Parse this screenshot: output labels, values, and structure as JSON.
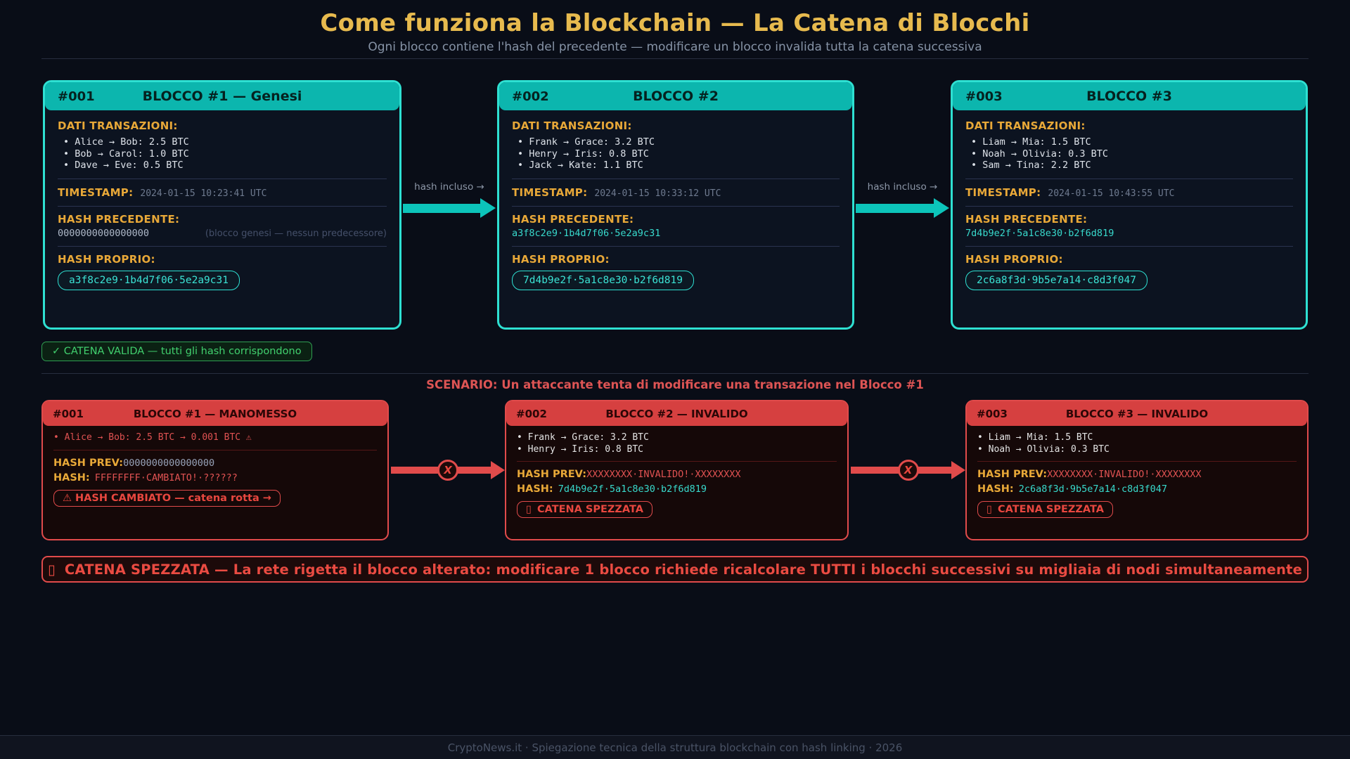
{
  "page": {
    "title": "Come funziona la Blockchain — La Catena di Blocchi",
    "subtitle": "Ogni blocco contiene l'hash del precedente — modificare un blocco invalida tutta la catena successiva",
    "footer": "CryptoNews.it  ·  Spiegazione tecnica della struttura blockchain con hash linking  ·  2026"
  },
  "labels": {
    "transactions": "DATI TRANSAZIONI:",
    "timestamp": "TIMESTAMP:",
    "hash_previous": "HASH PRECEDENTE:",
    "hash_own": "HASH PROPRIO:",
    "hash_prev_short": "HASH PREV:",
    "hash_short": "HASH:",
    "hash_included": "hash incluso →",
    "broken_x": "X",
    "missing_glyph": "▯"
  },
  "valid_chain": {
    "status_badge": "✓  CATENA VALIDA — tutti gli hash corrispondono",
    "blocks": [
      {
        "id": "#001",
        "title": "BLOCCO #1 — Genesi",
        "transactions": [
          "• Alice → Bob: 2.5 BTC",
          "• Bob → Carol: 1.0 BTC",
          "• Dave → Eve: 0.5 BTC"
        ],
        "timestamp": "2024-01-15  10:23:41 UTC",
        "prev_hash": "0000000000000000",
        "prev_note": "(blocco genesi — nessun predecessore)",
        "own_hash": "a3f8c2e9·1b4d7f06·5e2a9c31"
      },
      {
        "id": "#002",
        "title": "BLOCCO #2",
        "transactions": [
          "• Frank → Grace: 3.2 BTC",
          "• Henry → Iris: 0.8 BTC",
          "• Jack → Kate: 1.1 BTC"
        ],
        "timestamp": "2024-01-15  10:33:12 UTC",
        "prev_hash": "a3f8c2e9·1b4d7f06·5e2a9c31",
        "prev_note": "",
        "own_hash": "7d4b9e2f·5a1c8e30·b2f6d819"
      },
      {
        "id": "#003",
        "title": "BLOCCO #3",
        "transactions": [
          "• Liam → Mia: 1.5 BTC",
          "• Noah → Olivia: 0.3 BTC",
          "• Sam → Tina: 2.2 BTC"
        ],
        "timestamp": "2024-01-15  10:43:55 UTC",
        "prev_hash": "7d4b9e2f·5a1c8e30·b2f6d819",
        "prev_note": "",
        "own_hash": "2c6a8f3d·9b5e7a14·c8d3f047"
      }
    ]
  },
  "scenario": {
    "title": "SCENARIO: Un attaccante tenta di modificare una transazione nel Blocco #1",
    "blocks": [
      {
        "id": "#001",
        "title": "BLOCCO #1 — MANOMESSO",
        "transactions": [
          "• Alice → Bob: 2.5 BTC → 0.001 BTC ⚠"
        ],
        "prev_hash": "0000000000000000",
        "own_hash": "FFFFFFFF·CAMBIATO!·??????",
        "badge": "⚠ HASH CAMBIATO — catena rotta →"
      },
      {
        "id": "#002",
        "title": "BLOCCO #2 — INVALIDO",
        "transactions": [
          "• Frank → Grace: 3.2 BTC",
          "• Henry → Iris: 0.8 BTC"
        ],
        "prev_hash": "XXXXXXXX·INVALIDO!·XXXXXXXX",
        "own_hash": "7d4b9e2f·5a1c8e30·b2f6d819",
        "badge": "CATENA SPEZZATA"
      },
      {
        "id": "#003",
        "title": "BLOCCO #3 — INVALIDO",
        "transactions": [
          "• Liam → Mia: 1.5 BTC",
          "• Noah → Olivia: 0.3 BTC"
        ],
        "prev_hash": "XXXXXXXX·INVALIDO!·XXXXXXXX",
        "own_hash": "2c6a8f3d·9b5e7a14·c8d3f047",
        "badge": "CATENA SPEZZATA"
      }
    ],
    "banner": "CATENA SPEZZATA — La rete rigetta il blocco alterato: modificare 1 blocco richiede ricalcolare TUTTI i blocchi successivi su migliaia di nodi simultaneamente"
  }
}
